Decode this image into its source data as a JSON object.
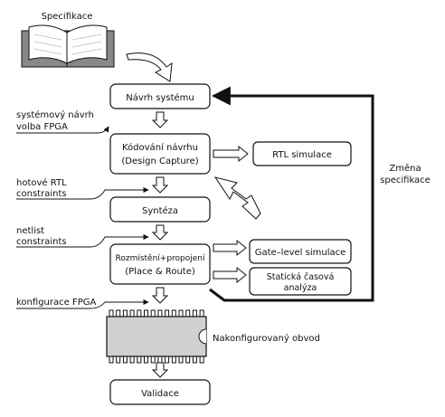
{
  "title": "Specifikace",
  "stages": {
    "design": "Návrh systému",
    "capture_line1": "Kódování návrhu",
    "capture_line2": "(Design Capture)",
    "synthesis": "Syntéza",
    "pnr_line1": "Rozmístění+propojení",
    "pnr_line2": "(Place & Route)",
    "validation": "Validace"
  },
  "side_blocks": {
    "rtl_sim": "RTL simulace",
    "gate_sim": "Gate–level simulace",
    "timing_line1": "Statická časová",
    "timing_line2": "analýza"
  },
  "inputs": {
    "in1_line1": "systémový návrh",
    "in1_line2": "volba FPGA",
    "in2_line1": "hotové RTL",
    "in2_line2": "constraints",
    "in3_line1": "netlist",
    "in3_line2": "constraints",
    "in4": "konfigurace FPGA"
  },
  "feedback": {
    "line1": "Změna",
    "line2": "specifikace"
  },
  "chip_label": "Nakonfigurovaný obvod",
  "icons": [
    "book-icon",
    "curved-arrow-icon",
    "lightning-arrow-icon",
    "chip-icon"
  ]
}
